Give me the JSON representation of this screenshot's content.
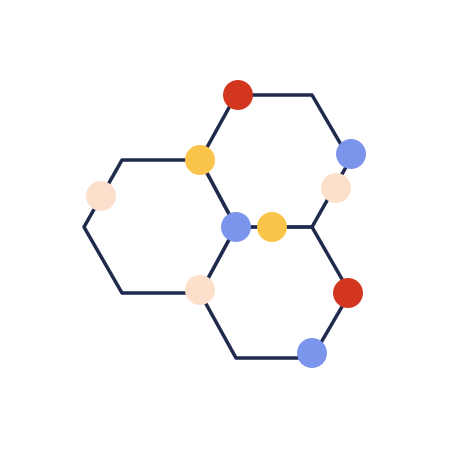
{
  "icon": {
    "name": "molecule-network-icon",
    "colors": {
      "stroke": "#1f2a4d",
      "red": "#d2361f",
      "blue": "#7b94ec",
      "yellow": "#fbc54b",
      "peach": "#fde0cc",
      "background": "#ffffff"
    },
    "rings": [
      "top-right-hexagon",
      "left-hexagon",
      "bottom-right-hexagon"
    ],
    "nodes": [
      {
        "name": "top-red-node",
        "color": "red"
      },
      {
        "name": "top-right-blue-node",
        "color": "blue"
      },
      {
        "name": "right-peach-node",
        "color": "peach"
      },
      {
        "name": "upper-yellow-node",
        "color": "yellow"
      },
      {
        "name": "left-peach-node",
        "color": "peach"
      },
      {
        "name": "center-blue-node",
        "color": "blue"
      },
      {
        "name": "center-yellow-node",
        "color": "yellow"
      },
      {
        "name": "lower-peach-node",
        "color": "peach"
      },
      {
        "name": "right-red-node",
        "color": "red"
      },
      {
        "name": "bottom-blue-node",
        "color": "blue"
      }
    ]
  }
}
